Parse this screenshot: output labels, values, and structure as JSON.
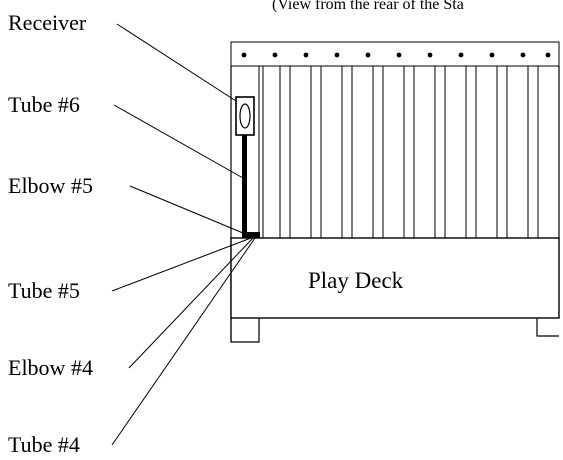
{
  "header_partial": "(View from the rear of the Sta",
  "labels": {
    "receiver": "Receiver",
    "tube6": "Tube #6",
    "elbow5": "Elbow #5",
    "tube5": "Tube #5",
    "elbow4": "Elbow #4",
    "tube4": "Tube #4",
    "play_deck": "Play Deck"
  },
  "colors": {
    "ink": "#000000",
    "paper": "#ffffff"
  }
}
